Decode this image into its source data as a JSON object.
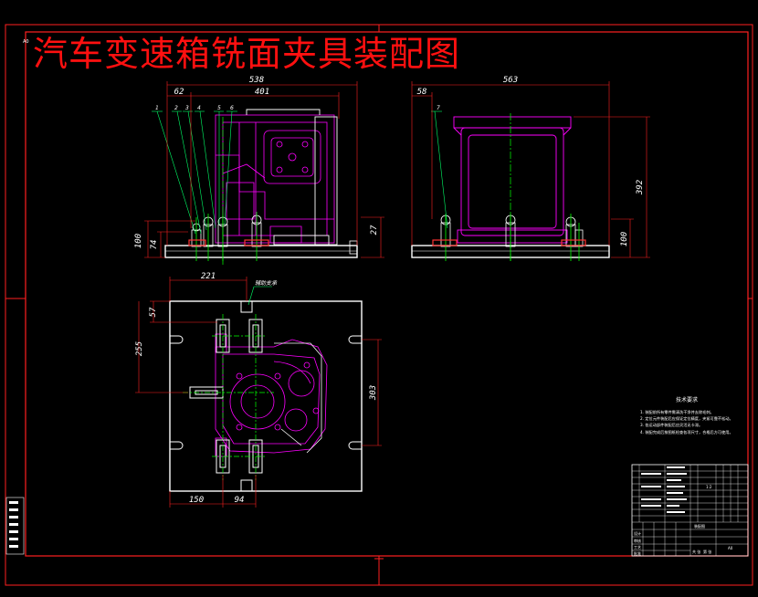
{
  "drawing": {
    "title": "汽车变速箱铣面夹具装配图",
    "sheet_mark": "A0",
    "front_view": {
      "dims": {
        "overall": "538",
        "left_offset": "62",
        "span": "401",
        "height_total": "100",
        "height_base": "74",
        "plate_thick": "27"
      },
      "part_numbers": [
        "1",
        "2",
        "3",
        "4",
        "5",
        "6"
      ]
    },
    "side_view": {
      "dims": {
        "overall": "563",
        "left_offset": "58",
        "height": "392",
        "base": "100"
      },
      "part_numbers": [
        "7"
      ]
    },
    "plan_view": {
      "dims": {
        "top": "221",
        "left_upper": "57",
        "left": "255",
        "right": "303",
        "bottom_left": "150",
        "bottom_right": "94"
      },
      "leader_label": "辅助支承"
    },
    "tech_requirements": {
      "title": "技术要求",
      "lines": [
        "1. 装配前所有零件需清洗干净并去除毛刺。",
        "2. 定位元件装配后应保证定位精度，夹紧可靠不松动。",
        "3. 各运动部件装配后应灵活无卡滞。",
        "4. 装配完成后按图纸检查各项尺寸，合格后方可使用。"
      ]
    },
    "title_block": {
      "name": "装配图",
      "texts": [
        "A0",
        "1:2",
        "共 张",
        "第 张",
        "设计",
        "审核",
        "工艺",
        "批准"
      ]
    }
  },
  "colors": {
    "background": "#000000",
    "border": "#ff0000",
    "outline": "#ffffff",
    "part": "#ff00ff",
    "dimension": "#ff0000",
    "center": "#00ff00",
    "leader": "#00ff66",
    "plate": "#ff3333"
  }
}
